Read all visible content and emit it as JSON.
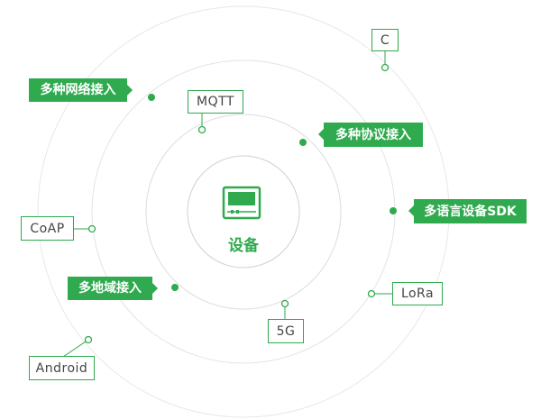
{
  "center": {
    "label": "设备",
    "icon": "monitor-device-icon"
  },
  "colors": {
    "accent": "#2faa4e",
    "ring": "#e3e3e3",
    "ring_inner": "#d0d0d0",
    "text": "#444444"
  },
  "nodes": {
    "multi_network": "多种网络接入",
    "mqtt": "MQTT",
    "c": "C",
    "multi_protocol": "多种协议接入",
    "multi_lang_sdk": "多语言设备SDK",
    "coap": "CoAP",
    "multi_region": "多地域接入",
    "lora": "LoRa",
    "five_g": "5G",
    "android": "Android"
  }
}
